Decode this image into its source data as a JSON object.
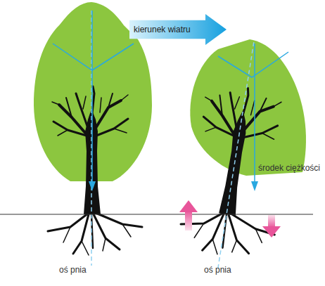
{
  "diagram": {
    "nodes": [
      {
        "text": [
          "kierunek wiatru"
        ]
      }
    ],
    "labels": [
      "środek ciężkości",
      "oś pnia",
      "oś pnia"
    ]
  }
}
